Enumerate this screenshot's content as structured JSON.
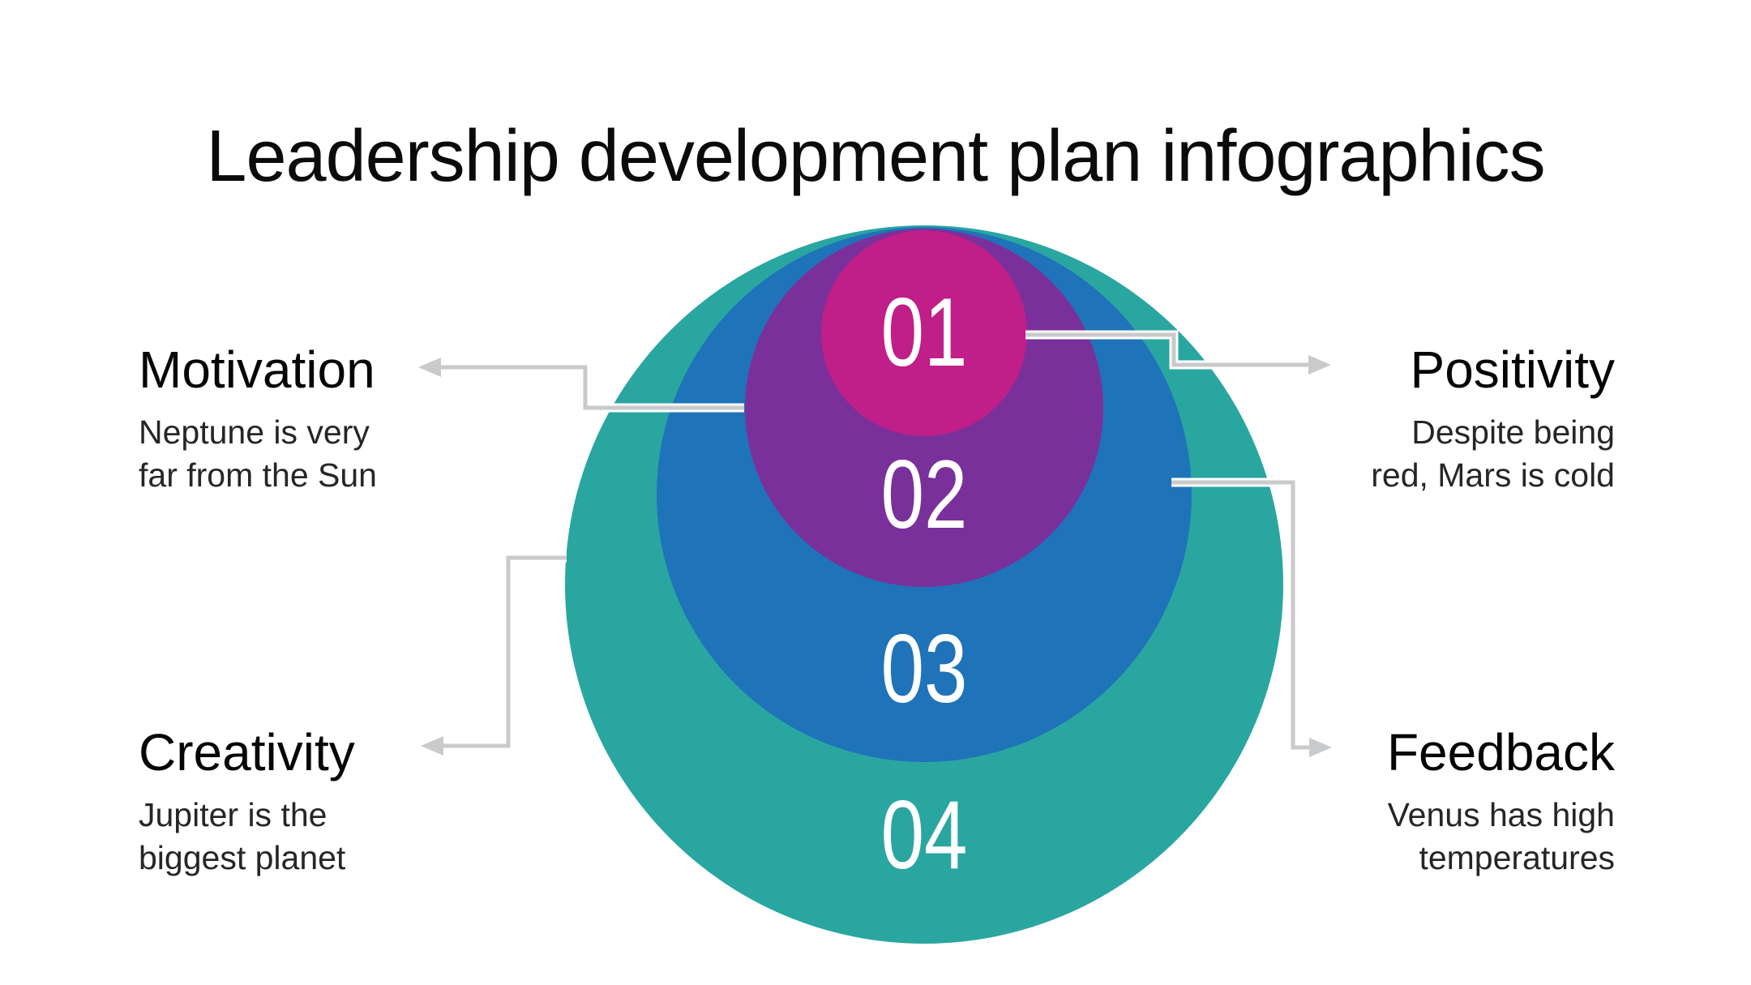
{
  "slide": {
    "title": "Leadership development plan infographics",
    "background_color": "#ffffff"
  },
  "diagram": {
    "rings": [
      {
        "number": "01",
        "color": "#c01e88"
      },
      {
        "number": "02",
        "color": "#7a309b"
      },
      {
        "number": "03",
        "color": "#1f73b9"
      },
      {
        "number": "04",
        "color": "#2aa6a1"
      }
    ],
    "number_text_color": "#ffffff",
    "connector_color": "#c9cacb"
  },
  "labels": {
    "top_left": {
      "title": "Motivation",
      "line1": "Neptune is very",
      "line2": "far from the Sun"
    },
    "top_right": {
      "title": "Positivity",
      "line1": "Despite being",
      "line2": "red, Mars is cold"
    },
    "bottom_left": {
      "title": "Creativity",
      "line1": "Jupiter is the",
      "line2": "biggest planet"
    },
    "bottom_right": {
      "title": "Feedback",
      "line1": "Venus has high",
      "line2": "temperatures"
    }
  }
}
